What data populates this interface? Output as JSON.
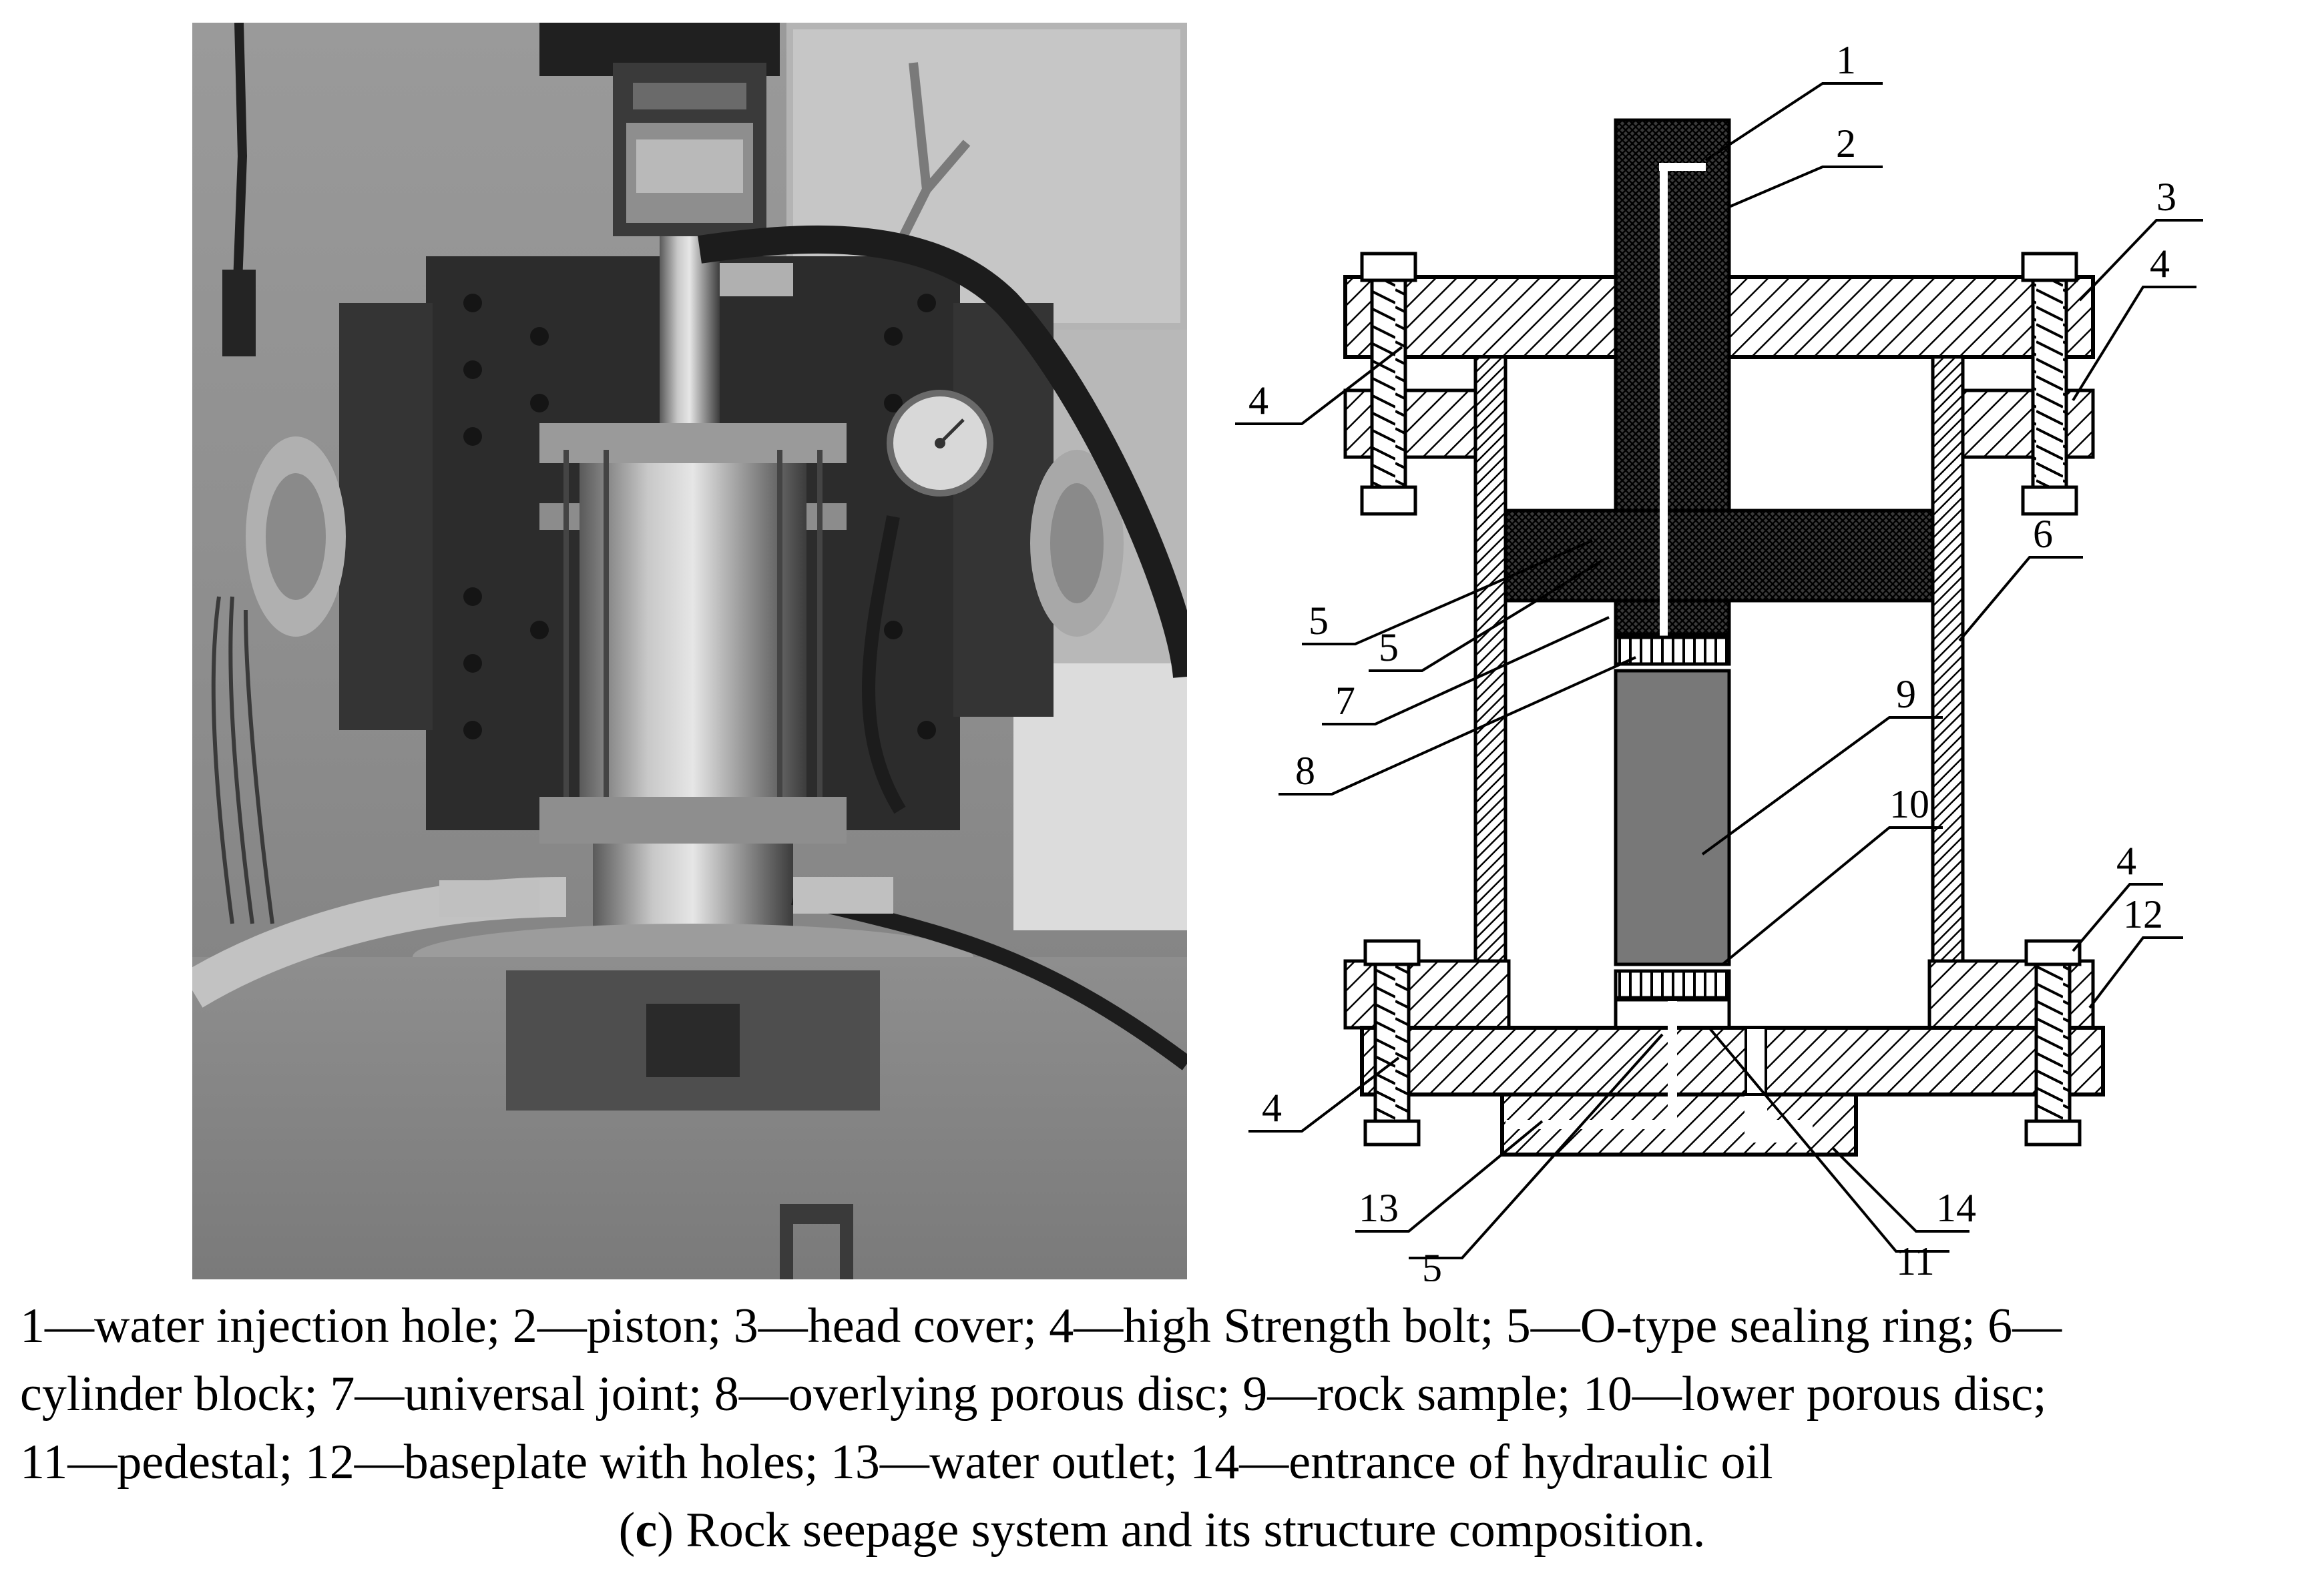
{
  "figure": {
    "caption_lines": [
      "1—water injection hole; 2—piston; 3—head cover; 4—high Strength bolt; 5—O-type sealing ring; 6—",
      "cylinder block; 7—universal joint; 8—overlying porous disc; 9—rock sample; 10—lower porous disc;",
      "11—pedestal; 12—baseplate with holes; 13—water outlet; 14—entrance of hydraulic oil"
    ],
    "subcaption_letter": "c",
    "subcaption_open": "(",
    "subcaption_close": ")",
    "subcaption_text": " Rock seepage system and its structure composition."
  },
  "diagram": {
    "labels": {
      "l1": "1",
      "l2": "2",
      "l3": "3",
      "l4a": "4",
      "l4b": "4",
      "l4c": "4",
      "l4d": "4",
      "l5a": "5",
      "l5b": "5",
      "l5c": "5",
      "l6": "6",
      "l7": "7",
      "l8": "8",
      "l9": "9",
      "l10": "10",
      "l11": "11",
      "l12": "12",
      "l13": "13",
      "l14": "14"
    }
  },
  "colors": {
    "photo_background": "#8a8a8a",
    "machine_dark": "#2c2c2c",
    "metal": "#a9a9a9",
    "sample_gray": "#787878",
    "line": "#000000"
  }
}
